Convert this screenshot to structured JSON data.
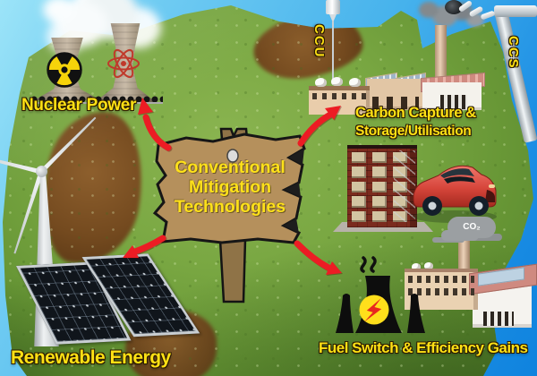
{
  "sign": {
    "lines": [
      "Conventional",
      "Mitigation",
      "Technologies"
    ]
  },
  "labels": {
    "nuclear": "Nuclear Power",
    "renewable": "Renewable Energy",
    "carbon_line1": "Carbon Capture &",
    "carbon_line2": "Storage/Utilisation",
    "fuel": "Fuel Switch & Efficiency Gains",
    "ccu": "CCU",
    "ccs": "CCS",
    "co2": "CO₂"
  },
  "icons": {
    "radiation-icon": "yellow circle with black trefoil",
    "atom-icon": "red electron orbitals",
    "lightning-bolt-icon": "red bolt in yellow circle on black power station",
    "co2-cloud": "grey smoke cloud",
    "syringe-icon": "CCU injection syringe",
    "valve-icon": "CCS pipe tap with wheel"
  },
  "colors": {
    "label_yellow": "#ffe114",
    "arrow_red": "#ec1c24",
    "sign_wood": "#b5905c",
    "island_green": "#79a742",
    "dirt_brown": "#744a1f",
    "water_blue": "#1c8ee4"
  }
}
